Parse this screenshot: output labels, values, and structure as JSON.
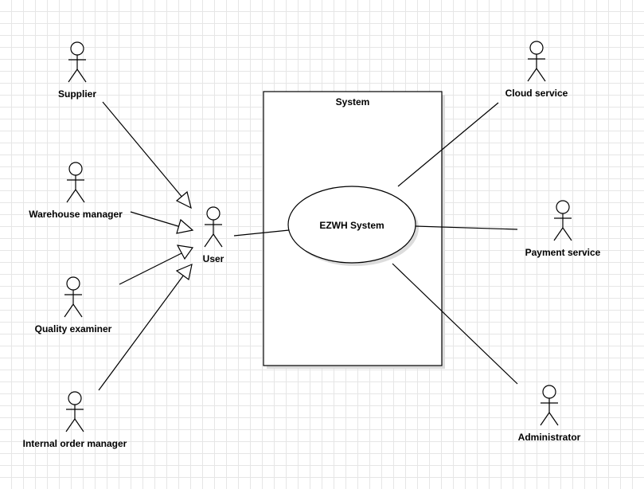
{
  "system_boundary": {
    "label": "System"
  },
  "use_case": {
    "label": "EZWH System"
  },
  "actors": {
    "supplier": "Supplier",
    "warehouse_manager": "Warehouse manager",
    "quality_examiner": "Quality examiner",
    "internal_order_manager": "Internal order manager",
    "user": "User",
    "cloud_service": "Cloud service",
    "payment_service": "Payment service",
    "administrator": "Administrator"
  },
  "colors": {
    "line": "#000000",
    "grid": "#e6e6e6",
    "shadow": "#dddddd"
  }
}
